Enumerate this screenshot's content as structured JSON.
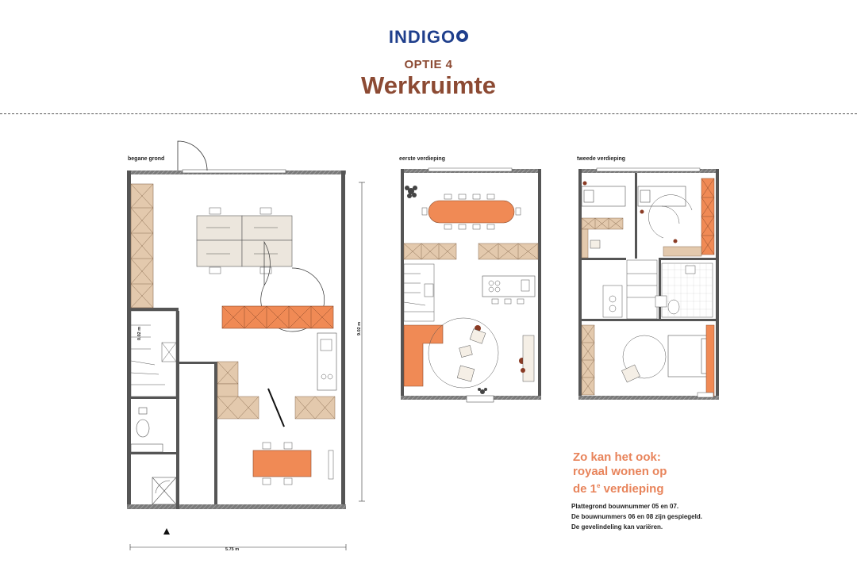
{
  "brand": {
    "logo": "INDIGO"
  },
  "header": {
    "option": "OPTIE 4",
    "title": "Werkruimte"
  },
  "floors": [
    {
      "label": "begane grond"
    },
    {
      "label": "eerste verdieping"
    },
    {
      "label": "tweede verdieping"
    }
  ],
  "dimensions": {
    "width": "5.75 m",
    "depth": "9.02 m",
    "stair_depth": "0.02 m"
  },
  "alternative": {
    "line1": "Zo kan het ook:",
    "line2": "royaal wonen op",
    "line3_prefix": "de 1",
    "line3_sup": "e",
    "line3_suffix": " verdieping"
  },
  "notes": [
    "Plattegrond bouwnummer 05 en 07.",
    "De bouwnummers 06 en 08 zijn gespiegeld.",
    "De gevelindeling kan variëren."
  ],
  "colors": {
    "brand": "#1f3f8c",
    "title": "#8c4a33",
    "accent": "#e8845b",
    "wood": "#e3c9ad",
    "orange": "#f08a55",
    "wall": "#666666"
  }
}
